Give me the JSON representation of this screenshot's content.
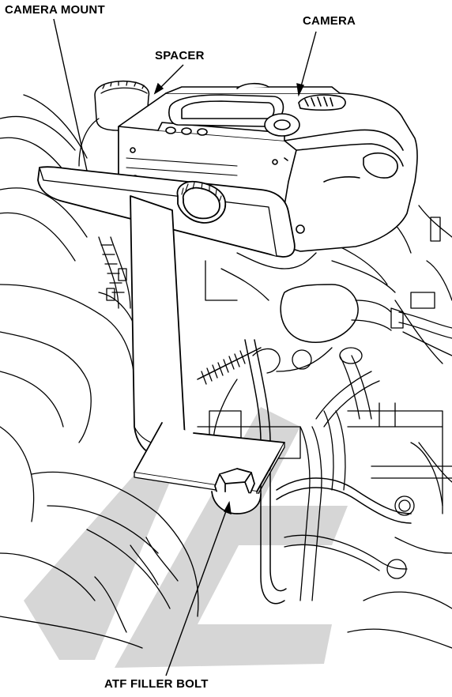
{
  "labels": {
    "camera_mount": "CAMERA MOUNT",
    "spacer": "SPACER",
    "camera": "CAMERA",
    "atf_filler_bolt": "ATF FILLER BOLT"
  },
  "colors": {
    "line": "#000000",
    "watermark": "#d6d6d6",
    "background": "#ffffff"
  }
}
